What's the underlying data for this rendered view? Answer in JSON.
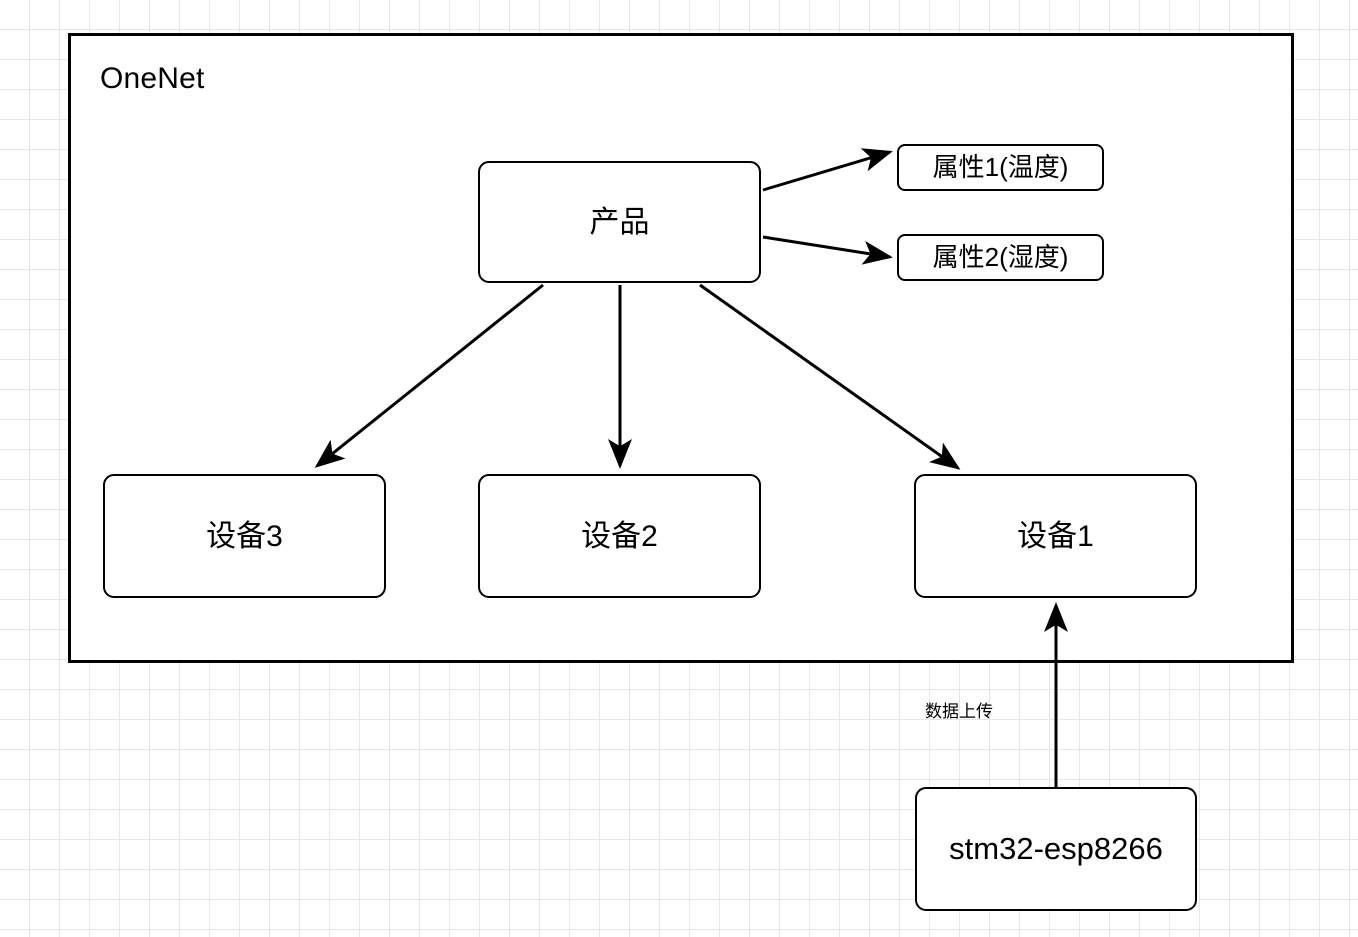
{
  "diagram": {
    "title": "OneNet",
    "container": {
      "label": "OneNet",
      "name": "onenet-platform-container"
    },
    "nodes": {
      "product": {
        "label": "产品"
      },
      "attribute1": {
        "label": "属性1(温度)"
      },
      "attribute2": {
        "label": "属性2(湿度)"
      },
      "device1": {
        "label": "设备1"
      },
      "device2": {
        "label": "设备2"
      },
      "device3": {
        "label": "设备3"
      },
      "mcu": {
        "label": "stm32-esp8266"
      }
    },
    "edges": [
      {
        "from": "产品",
        "to": "属性1(温度)",
        "label": ""
      },
      {
        "from": "产品",
        "to": "属性2(湿度)",
        "label": ""
      },
      {
        "from": "产品",
        "to": "设备3",
        "label": ""
      },
      {
        "from": "产品",
        "to": "设备2",
        "label": ""
      },
      {
        "from": "产品",
        "to": "设备1",
        "label": ""
      },
      {
        "from": "stm32-esp8266",
        "to": "设备1",
        "label": "数据上传"
      }
    ],
    "edge_labels": {
      "data_upload": "数据上传"
    },
    "colors": {
      "stroke": "#000000",
      "fill": "#ffffff",
      "grid": "#e8e8e8",
      "text": "#000000"
    }
  }
}
